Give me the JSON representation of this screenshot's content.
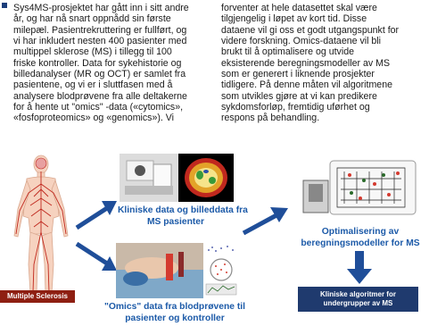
{
  "left_column": [
    "Sys4MS-prosjektet har gått inn i sitt andre",
    "år, og har nå snart oppnådd sin første",
    "milepæl. Pasientrekruttering er fullført, og",
    "vi har inkludert nesten 400 pasienter med",
    "multippel sklerose (MS) i tillegg til 100",
    "friske kontroller. Data for sykehistorie og",
    "billedanalyser (MR og OCT) er samlet fra",
    "pasientene, og vi er i sluttfasen med å",
    "analysere blodprøvene fra alle deltakerne",
    "for å hente ut \"omics\" -data («cytomics»,",
    "«fosfoproteomics» og «genomics»). Vi"
  ],
  "right_column": [
    "forventer at hele datasettet skal være",
    "tilgjengelig i løpet av kort tid. Disse",
    "dataene vil gi oss et godt utgangspunkt for",
    "videre forskning. Omics-dataene vil bli",
    "brukt til å optimalisere og utvide",
    "eksisterende beregningsmodeller av MS",
    "som er generert i liknende prosjekter",
    "tidligere. På denne måten vil algoritmene",
    "som utvikles gjøre at vi kan predikere",
    "sykdomsforløp, fremtidig uførhet og",
    "respons på behandling."
  ],
  "diagram": {
    "patient_label": "Multiple Sclerosis",
    "clinical_caption": [
      "Kliniske data og billeddata fra",
      "MS pasienter"
    ],
    "omics_caption": [
      "\"Omics\" data fra blodprøvene til",
      "pasienter og kontroller"
    ],
    "model_caption": [
      "Optimalisering av",
      "beregningsmodeller for MS"
    ],
    "algorithm_box": [
      "Kliniske algoritmer for",
      "undergrupper av MS"
    ]
  },
  "colors": {
    "caption_blue": "#1c5aa8",
    "arrow_blue": "#1f4e99",
    "label_red": "#8e1f12",
    "box_navy": "#1f3a6e"
  }
}
